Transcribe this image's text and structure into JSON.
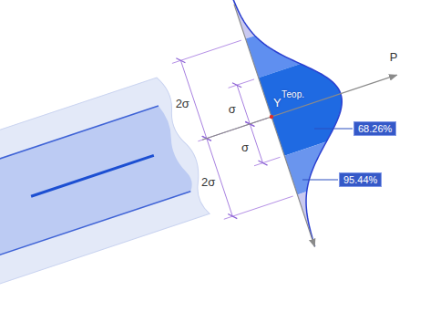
{
  "diagram": {
    "nodes": [
      {
        "text": [
          "68.26%"
        ]
      },
      {
        "text": [
          "95.44%"
        ]
      }
    ],
    "labels": [
      "2σ",
      "σ",
      "σ",
      "2σ",
      "Y",
      "Теор.",
      "P"
    ]
  }
}
